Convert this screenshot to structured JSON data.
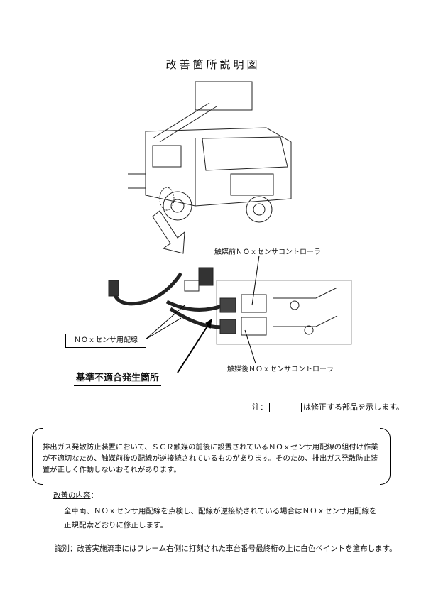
{
  "title": "改善箇所説明図",
  "diagram": {
    "label_front_controller": "触媒前ＮＯｘセンサコントローラ",
    "label_wiring": "ＮＯｘセンサ用配線",
    "label_defect": "基準不適合発生箇所",
    "label_rear_controller": "触媒後ＮＯｘセンサコントローラ"
  },
  "note": {
    "prefix": "注：",
    "suffix": "は修正する部品を示します。"
  },
  "description": "排出ガス発散防止装置において、ＳＣＲ触媒の前後に設置されているＮＯｘセンサ用配線の組付け作業が不適切なため、触媒前後の配線が逆接続されているものがあります。そのため、排出ガス発散防止装置が正しく作動しないおそれがあります。",
  "improvement": {
    "heading": "改善の内容",
    "colon": "：",
    "line1": "全車両、ＮＯｘセンサ用配線を点検し、配線が逆接続されている場合はＮＯｘセンサ用配線を",
    "line2": "正規配索どおりに修正します。"
  },
  "identification": "識別：改善実施済車にはフレーム右側に打刻された車台番号最終桁の上に白色ペイントを塗布します。"
}
